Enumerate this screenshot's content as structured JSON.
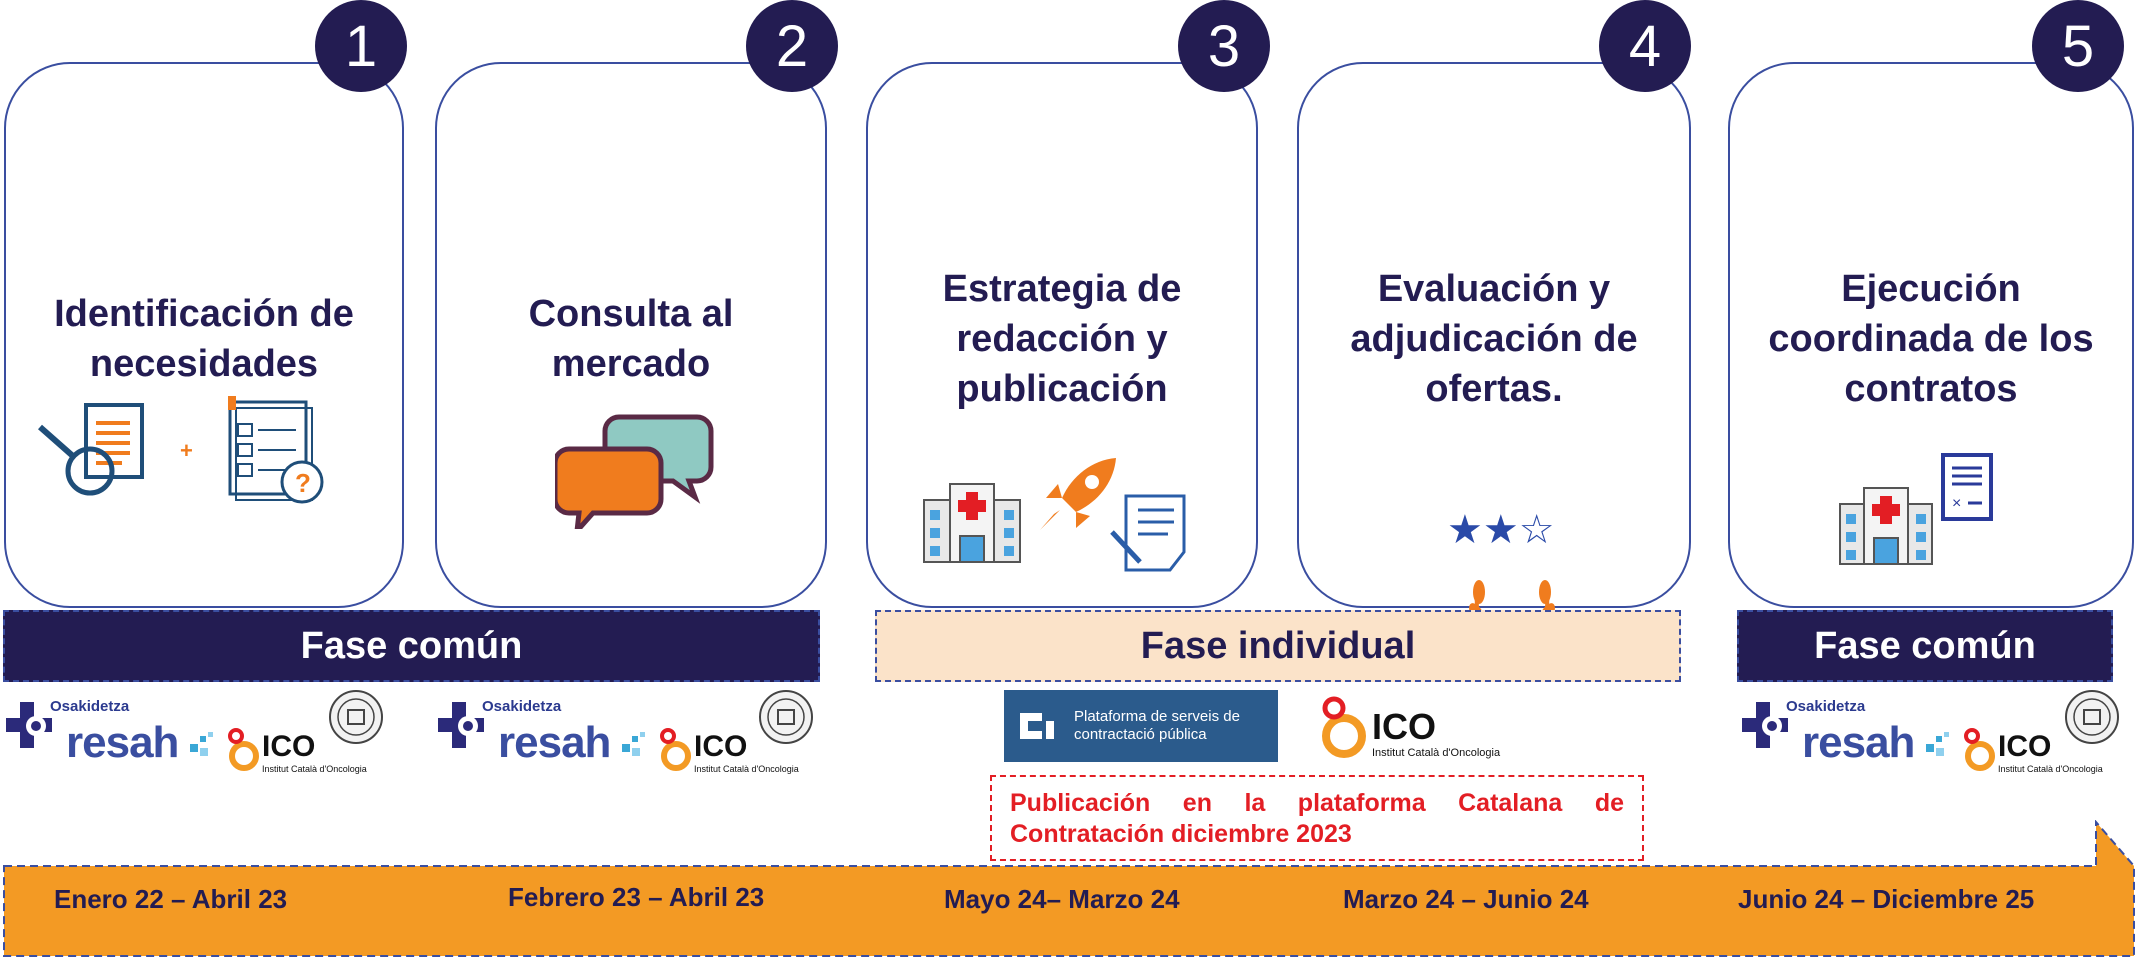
{
  "steps": [
    {
      "number": "1",
      "title": "Identificación de\nnecesidades"
    },
    {
      "number": "2",
      "title": "Consulta al\nmercado"
    },
    {
      "number": "3",
      "title": "Estrategia de\nredacción y\npublicación"
    },
    {
      "number": "4",
      "title": "Evaluación y\nadjudicación de\nofertas."
    },
    {
      "number": "5",
      "title": "Ejecución\ncoordinada de los\ncontratos"
    }
  ],
  "phases": {
    "common_1": "Fase común",
    "individual": "Fase individual",
    "common_2": "Fase común"
  },
  "logos": {
    "osakidetza": "Osakidetza",
    "resah": "resah",
    "ico": "ICO",
    "ico_sub": "Institut Català d'Oncologia",
    "platform_line1": "Plataforma de serveis de",
    "platform_line2": "contractació pública"
  },
  "note": "Publicación en la plataforma Catalana de Contratación diciembre 2023",
  "timeline": [
    "Enero 22 –  Abril 23",
    "Febrero 23 – Abril 23",
    "Mayo 24– Marzo 24",
    "Marzo 24 – Junio 24",
    "Junio 24 – Diciembre 25"
  ],
  "colors": {
    "navy": "#231c52",
    "border_blue": "#3a4ea0",
    "orange": "#f39a24",
    "peach": "#fbe3c9",
    "red": "#e31e24"
  }
}
